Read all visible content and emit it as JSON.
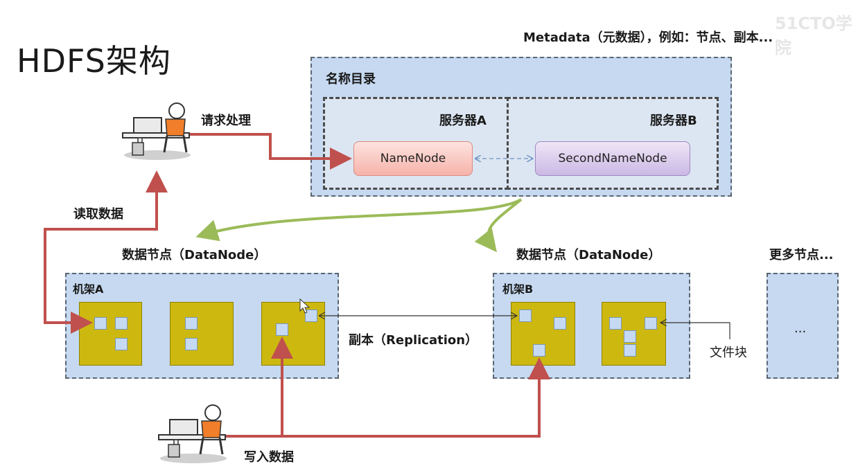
{
  "title": "HDFS架构",
  "watermark": "51CTO学院",
  "metadata_note": "Metadata（元数据），例如：节点、副本...",
  "namespace": {
    "label": "名称目录",
    "server_a": "服务器A",
    "server_b": "服务器B",
    "namenode": "NameNode",
    "second_namenode": "SecondNameNode"
  },
  "labels": {
    "request": "请求处理",
    "read": "读取数据",
    "write": "写入数据",
    "replication": "副本（Replication）",
    "file_block": "文件块",
    "datanode_left": "数据节点（DataNode）",
    "datanode_right": "数据节点（DataNode）",
    "more_nodes": "更多节点...",
    "rack_a": "机架A",
    "rack_b": "机架B",
    "ellipsis": "..."
  },
  "colors": {
    "red_arrow": "#c0504d",
    "green_arrow": "#9bbb59",
    "blue_dashed": "#7f9fc8",
    "panel": "#c6d9f1",
    "server": "#cdb810"
  }
}
